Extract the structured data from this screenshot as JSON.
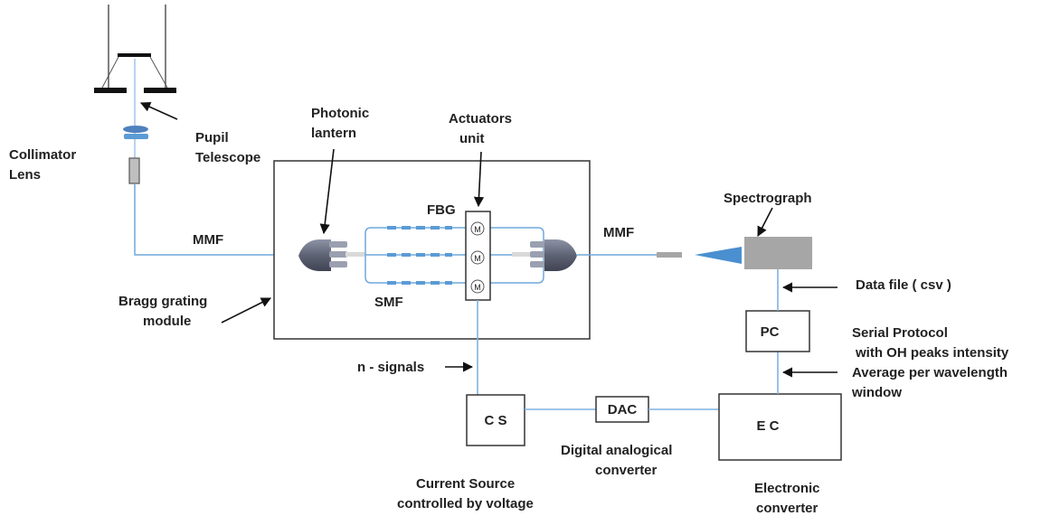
{
  "labels": {
    "collimator_lens": [
      "Collimator",
      "Lens"
    ],
    "pupil_telescope": [
      "Pupil",
      "Telescope"
    ],
    "photonic_lantern": [
      "Photonic",
      "lantern"
    ],
    "actuators_unit": [
      "Actuators",
      "unit"
    ],
    "fbg": "FBG",
    "smf": "SMF",
    "mmf_left": "MMF",
    "mmf_right": "MMF",
    "spectrograph": "Spectrograph",
    "bragg_module": [
      "Bragg grating",
      "module"
    ],
    "data_file": "Data file ( csv )",
    "pc": "PC",
    "serial_protocol": [
      "Serial  Protocol",
      "with OH peaks intensity",
      "Average per wavelength",
      "window"
    ],
    "n_signals": "n - signals",
    "cs": "C S",
    "dac": "DAC",
    "ec": "E C",
    "digital_converter": [
      "Digital analogical",
      "converter"
    ],
    "current_source": [
      "Current Source",
      "controlled by voltage"
    ],
    "electronic_converter": [
      "Electronic",
      "converter"
    ],
    "motor": "M"
  },
  "colors": {
    "fiber": "#6fa8dc",
    "fbg_grating": "#5b9bd5",
    "lens": "#4f81bd",
    "connector": "#6b6f7c",
    "spectrograph_fill": "#a6a6a6",
    "text": "#222222"
  }
}
